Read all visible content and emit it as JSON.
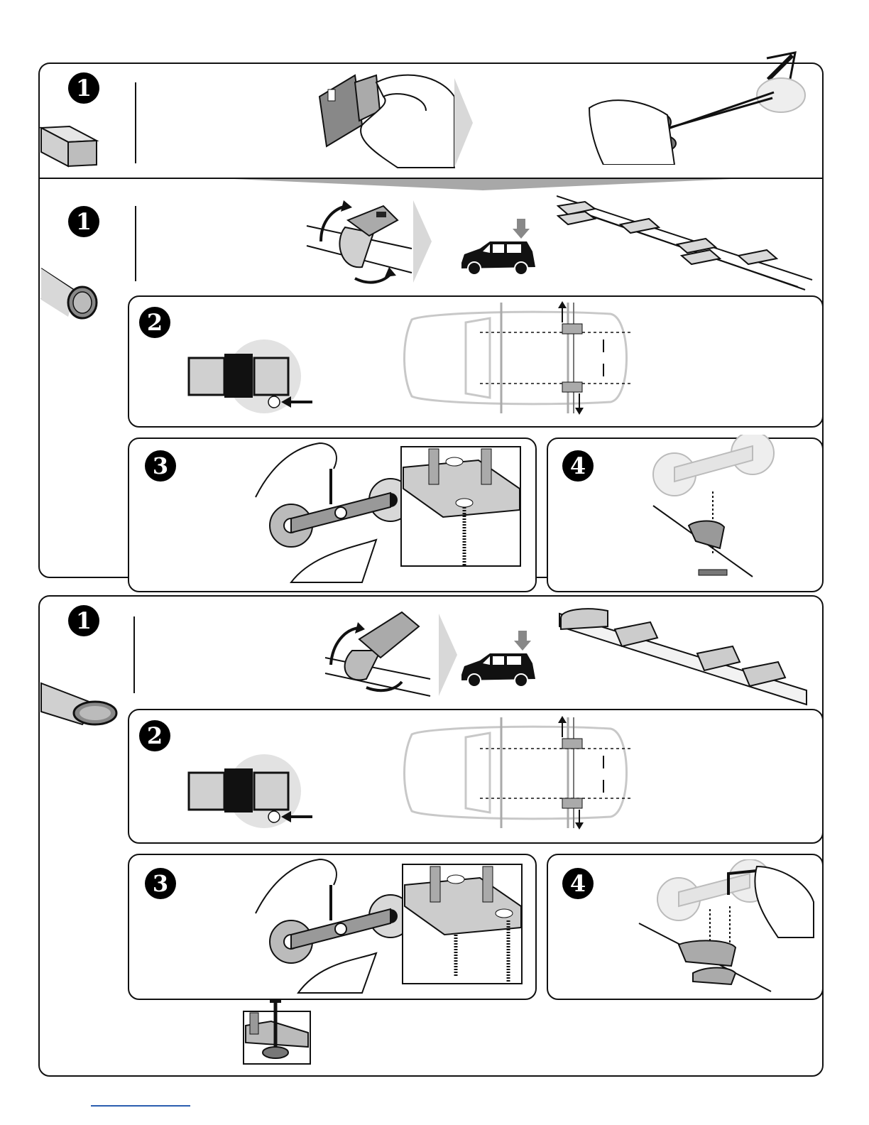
{
  "sections": [
    {
      "id": "square",
      "steps": [
        "1"
      ]
    },
    {
      "id": "round",
      "steps": [
        "1",
        "2",
        "3",
        "4"
      ]
    },
    {
      "id": "oval",
      "steps": [
        "1",
        "2",
        "3",
        "4"
      ]
    }
  ],
  "colors": {
    "line": "#111111",
    "gray": "#9a9a9a",
    "light": "#dcdcdc",
    "accent_link": "#2a5db0"
  },
  "icons": [
    "square-bar-icon",
    "round-bar-icon",
    "oval-bar-icon",
    "scissors-icon",
    "hand-icon",
    "car-icon",
    "arrow-down-icon",
    "roof-rack-icon"
  ]
}
